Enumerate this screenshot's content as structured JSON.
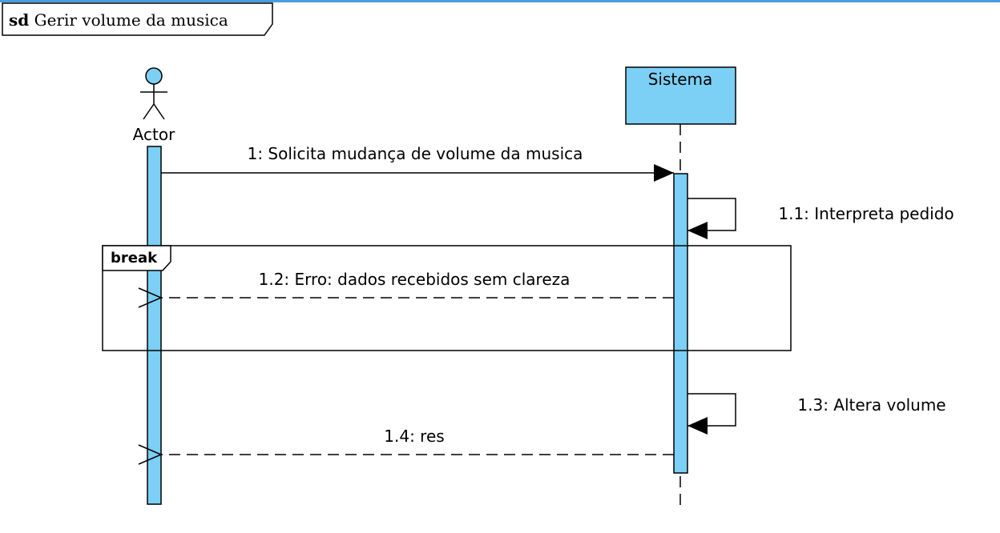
{
  "frame": {
    "keyword": "sd",
    "title": "Gerir volume da musica"
  },
  "lifelines": [
    {
      "name": "Actor",
      "kind": "actor"
    },
    {
      "name": "Sistema",
      "kind": "object"
    }
  ],
  "messages": [
    {
      "label": "1: Solicita mudança de volume da musica",
      "kind": "synchronous"
    },
    {
      "label": "1.1: Interpreta pedido",
      "kind": "self"
    },
    {
      "label": "1.2: Erro: dados recebidos sem clareza",
      "kind": "reply"
    },
    {
      "label": "1.3: Altera volume",
      "kind": "self"
    },
    {
      "label": "1.4: res",
      "kind": "reply"
    }
  ],
  "fragment": {
    "operator": "break"
  },
  "colors": {
    "accent_line": "#4a9de0",
    "activation_fill": "#7ccff5",
    "stroke": "#000000"
  }
}
